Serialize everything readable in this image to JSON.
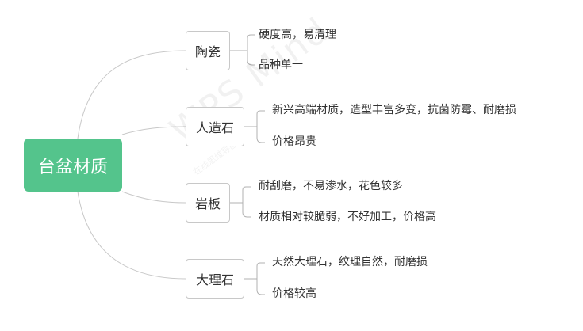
{
  "root": {
    "label": "台盆材质"
  },
  "branches": [
    {
      "label": "陶瓷",
      "leaves": [
        "硬度高，易清理",
        "品种单一"
      ]
    },
    {
      "label": "人造石",
      "leaves": [
        "新兴高端材质，造型丰富多变，抗菌防霉、耐磨损",
        "价格昂贵"
      ]
    },
    {
      "label": "岩板",
      "leaves": [
        "耐刮磨，不易渗水，花色较多",
        "材质相对较脆弱，不好加工，价格高"
      ]
    },
    {
      "label": "大理石",
      "leaves": [
        "天然大理石，纹理自然，耐磨损",
        "价格较高"
      ]
    }
  ],
  "watermark": {
    "text": "WPS Mind",
    "subtext": "在线思维导图"
  },
  "colors": {
    "root_fill": "#54c48c",
    "line": "#c8c8c8",
    "text": "#333333"
  }
}
